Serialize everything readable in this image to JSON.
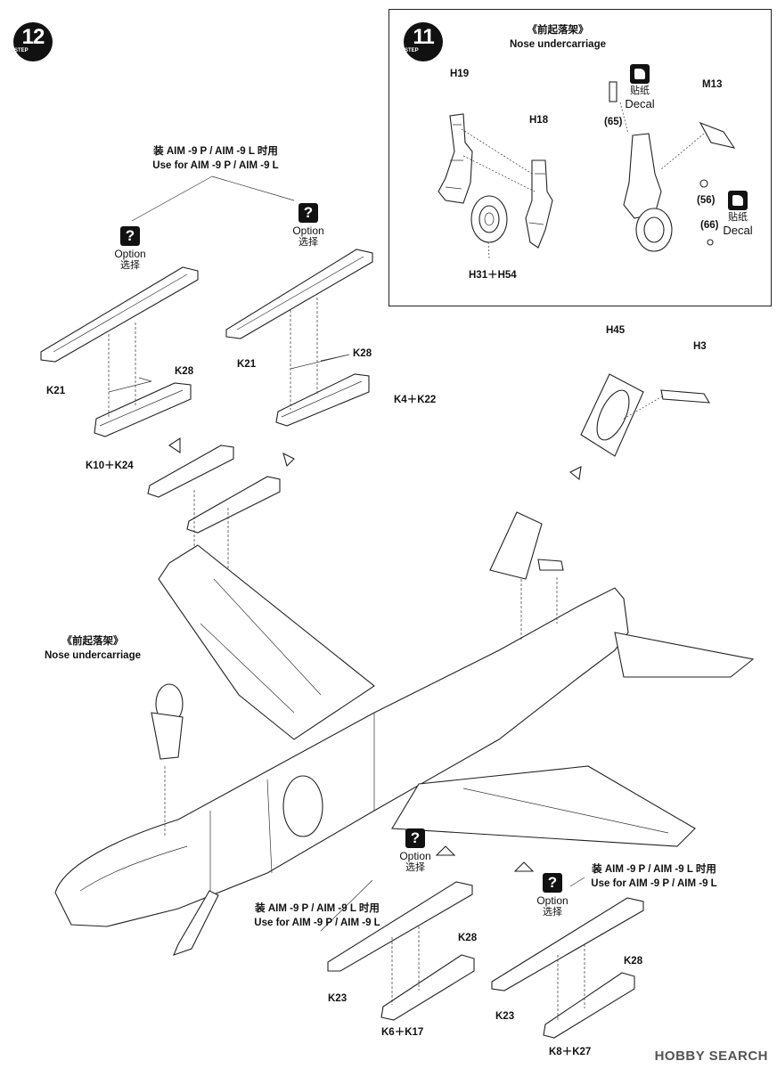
{
  "step12": {
    "number": "12",
    "word": "STEP"
  },
  "step11": {
    "number": "11",
    "word": "STEP"
  },
  "nose_title": {
    "zh": "《前起落架》",
    "en": "Nose undercarriage"
  },
  "nose_title_main": {
    "zh": "《前起落架》",
    "en": "Nose undercarriage"
  },
  "use_for_top": {
    "zh": "装 AIM -9 P / AIM -9 L 时用",
    "en": "Use for AIM -9 P / AIM -9 L"
  },
  "use_for_bottom_left": {
    "zh": "装 AIM -9 P / AIM -9 L 时用",
    "en": "Use for AIM -9 P / AIM -9 L"
  },
  "use_for_bottom_right": {
    "zh": "装 AIM -9 P / AIM -9 L 时用",
    "en": "Use for AIM -9 P / AIM -9 L"
  },
  "option": {
    "en": "Option",
    "zh": "选择"
  },
  "decal": {
    "zh": "贴纸",
    "en": "Decal"
  },
  "parts": {
    "h19": "H19",
    "h18": "H18",
    "h31_h54": "H31＋H54",
    "m13": "M13",
    "p65": "(65)",
    "p56": "(56)",
    "p66": "(66)",
    "h45": "H45",
    "h3": "H3",
    "k21_left": "K21",
    "k21_right": "K21",
    "k28_left": "K28",
    "k28_right": "K28",
    "k10_k24": "K10＋K24",
    "k4_k22": "K4＋K22",
    "k23_left": "K23",
    "k28_bl": "K28",
    "k6_k17": "K6＋K17",
    "k23_right": "K23",
    "k28_br": "K28",
    "k8_k27": "K8＋K27"
  },
  "watermark": "HOBBY SEARCH"
}
